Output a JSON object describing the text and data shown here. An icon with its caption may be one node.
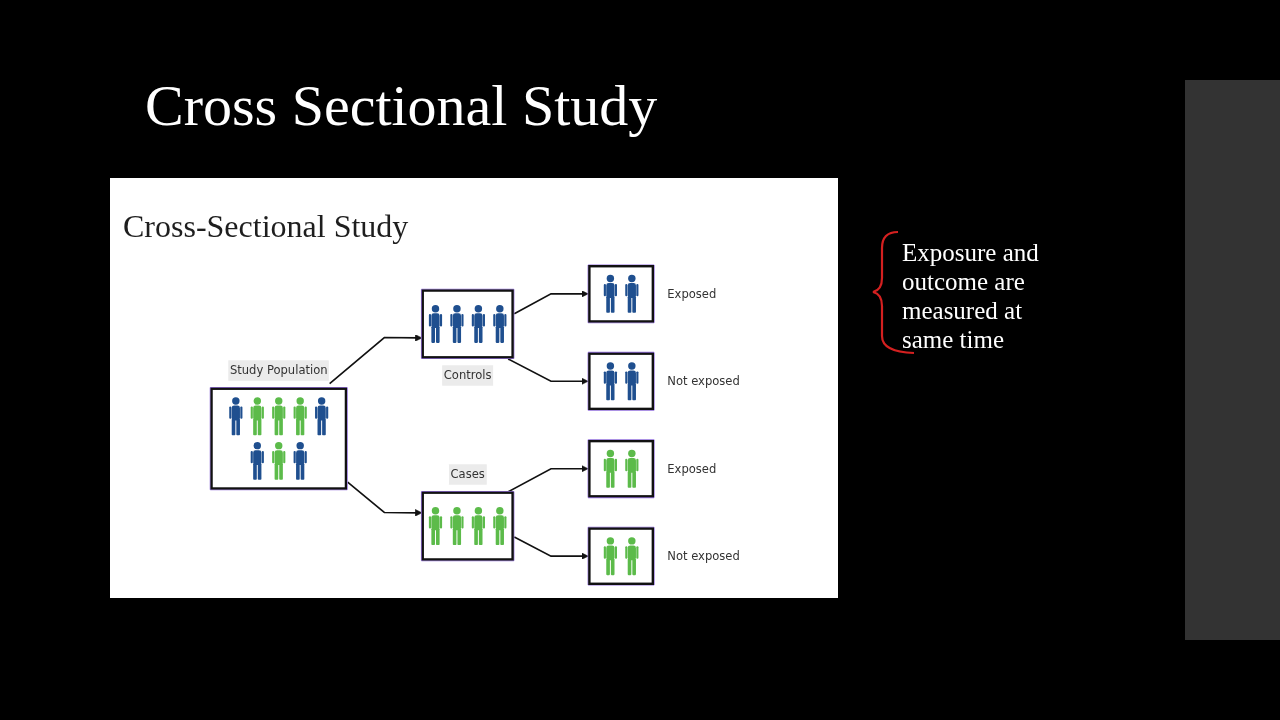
{
  "diagram": {
    "title": "Cross Sectional Study",
    "nodes": [
      {
        "text": [
          "Study Population"
        ]
      },
      {
        "text": [
          "Controls"
        ]
      },
      {
        "text": [
          "Cases"
        ]
      },
      {
        "text": [],
        "shape": "box",
        "beside": [
          "Exposed"
        ]
      },
      {
        "text": [],
        "shape": "box",
        "beside": [
          "Not exposed"
        ]
      },
      {
        "text": [],
        "shape": "box",
        "beside": [
          "Exposed"
        ]
      },
      {
        "text": [],
        "shape": "box",
        "beside": [
          "Not exposed"
        ]
      }
    ],
    "edges": [
      {
        "from": 0,
        "to": 1,
        "arrow": "to"
      },
      {
        "from": 0,
        "to": 2,
        "arrow": "to"
      },
      {
        "from": 1,
        "to": 3,
        "arrow": "to"
      },
      {
        "from": 1,
        "to": 4,
        "arrow": "to"
      },
      {
        "from": 2,
        "to": 5,
        "arrow": "to"
      },
      {
        "from": 2,
        "to": 6,
        "arrow": "to"
      }
    ],
    "labels": [
      "Cross-Sectional Study",
      "Exposure and outcome are measured at same time"
    ]
  }
}
